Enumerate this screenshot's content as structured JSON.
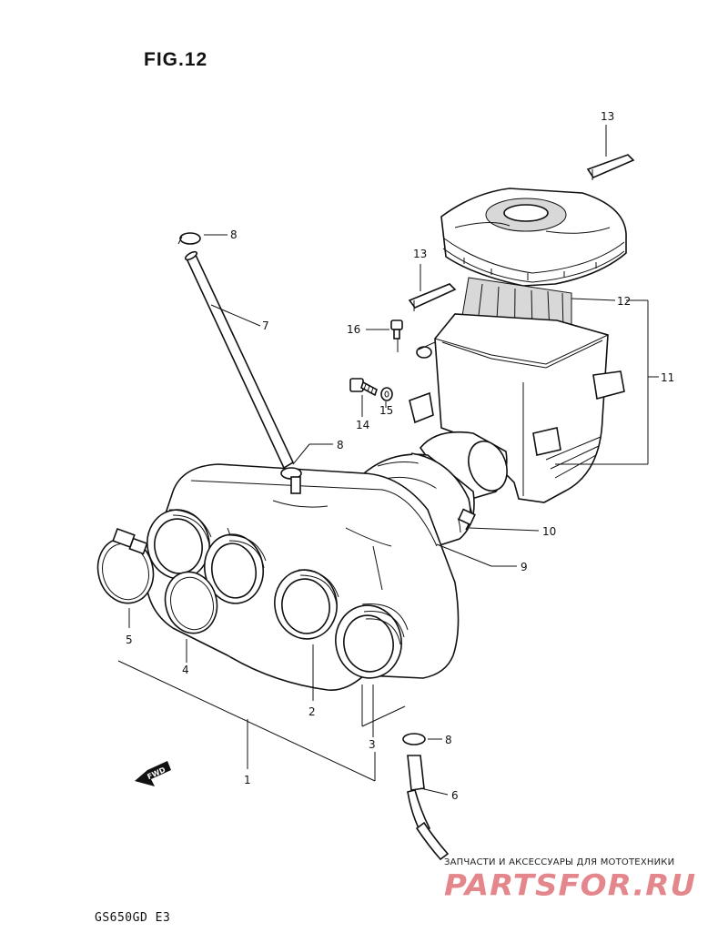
{
  "figure": {
    "title": "FIG.12",
    "model_code": "GS650GD  E3"
  },
  "watermark": {
    "line": "ЗАПЧАСТИ И АКСЕССУАРЫ ДЛЯ МОТОТЕХНИКИ",
    "logo": "PARTSFOR.RU"
  },
  "fwd_label": "FWD",
  "callouts": {
    "c1": "1",
    "c2": "2",
    "c3": "3",
    "c4": "4",
    "c5": "5",
    "c6": "6",
    "c7": "7",
    "c8a": "8",
    "c8b": "8",
    "c8c": "8",
    "c9": "9",
    "c10": "10",
    "c11": "11",
    "c12": "12",
    "c13a": "13",
    "c13b": "13",
    "c14": "14",
    "c15": "15",
    "c16": "16"
  }
}
